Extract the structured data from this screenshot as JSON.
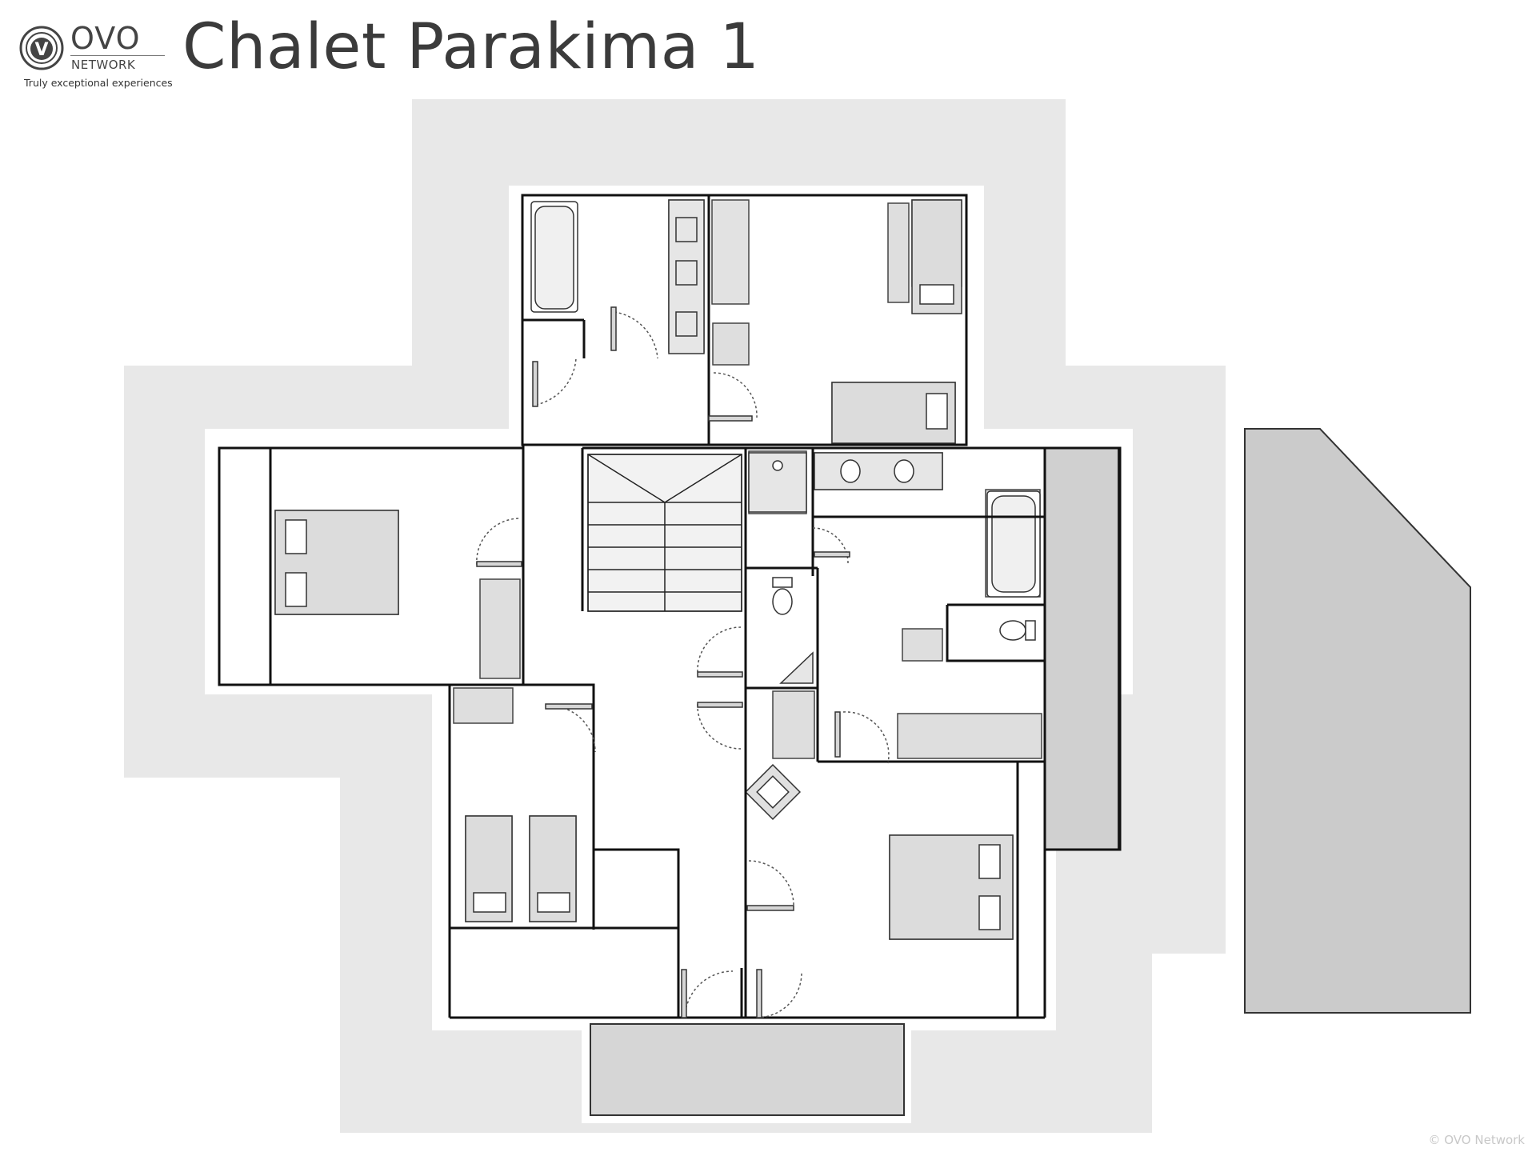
{
  "header": {
    "title": "Chalet Parakima 1",
    "logo": {
      "brand": "OVO",
      "sub": "NETWORK",
      "tagline": "Truly exceptional experiences",
      "mark": "V"
    }
  },
  "footer": {
    "copyright": "© OVO Network"
  },
  "colors": {
    "terrace": "#e8e8e8",
    "furniture": "#dedede",
    "annex": "#cbcbcb",
    "wall": "#111111"
  },
  "icons": [
    "ovo-logo-icon",
    "bed-icon",
    "bathtub-icon",
    "toilet-icon",
    "sink-icon",
    "shower-icon",
    "staircase-icon",
    "armchair-icon",
    "door-swing-icon"
  ]
}
